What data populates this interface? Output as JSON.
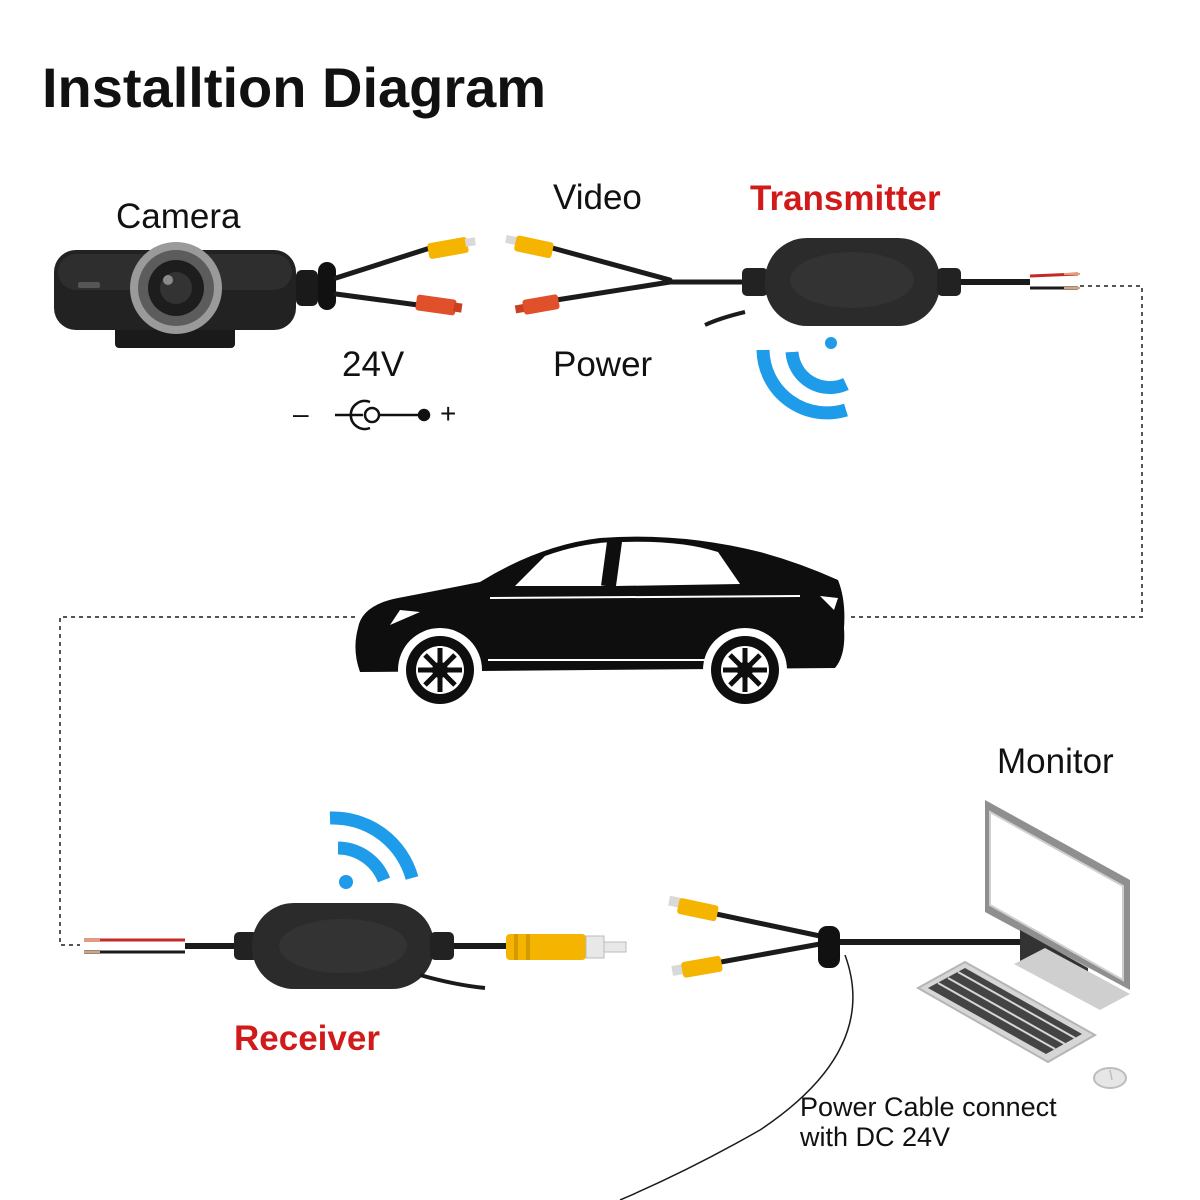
{
  "title": "Installtion Diagram",
  "labels": {
    "camera": "Camera",
    "video": "Video",
    "transmitter": "Transmitter",
    "voltage": "24V",
    "power": "Power",
    "monitor": "Monitor",
    "receiver": "Receiver",
    "power_note_line1": "Power Cable connect",
    "power_note_line2": "with DC 24V",
    "polarity_minus": "–",
    "polarity_plus": "+"
  },
  "colors": {
    "title": "#111111",
    "highlight_red": "#d11a1a",
    "wifi_blue": "#1e9be9",
    "rca_yellow": "#f5b400",
    "rca_red": "#e0502a",
    "cable_black": "#1b1b1b",
    "dotted_line": "#555555"
  },
  "icons": [
    "camera-icon",
    "transmitter-box-icon",
    "receiver-box-icon",
    "wifi-signal-icon",
    "car-icon",
    "monitor-icon",
    "keyboard-icon",
    "mouse-icon",
    "dc-jack-symbol-icon"
  ]
}
